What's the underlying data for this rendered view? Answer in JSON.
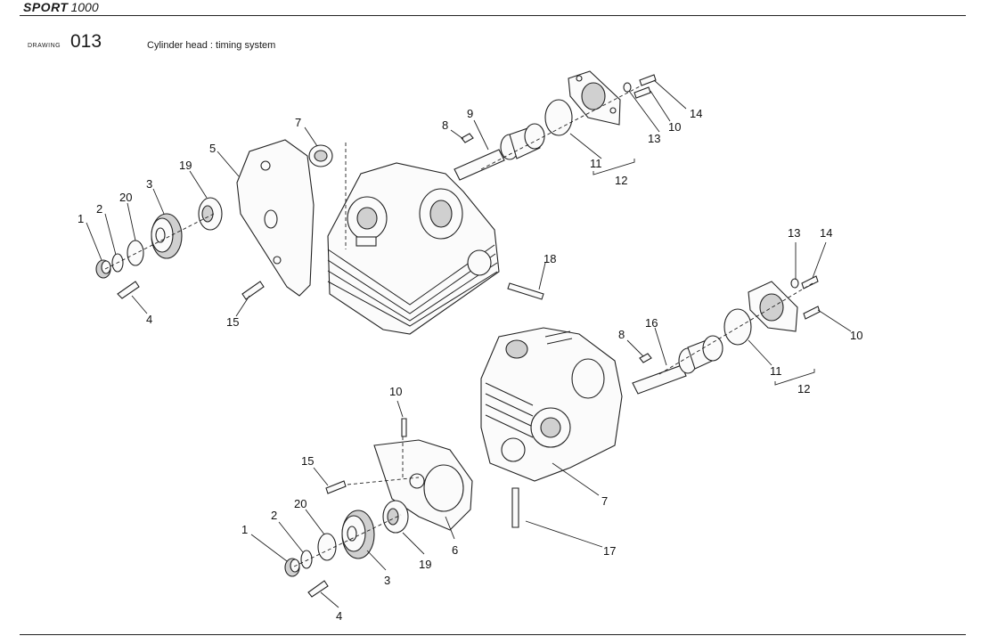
{
  "header": {
    "brand": "SPORT",
    "model": "1000"
  },
  "drawing": {
    "label": "DRAWING",
    "number": "013",
    "title": "Cylinder head : timing system"
  },
  "callouts": {
    "top": [
      "1",
      "2",
      "20",
      "3",
      "19",
      "5",
      "7",
      "4",
      "15",
      "8",
      "9",
      "11",
      "12",
      "13",
      "10",
      "14",
      "18"
    ],
    "bottom_right": [
      "13",
      "14",
      "16",
      "8",
      "11",
      "12",
      "10"
    ],
    "bottom": [
      "10",
      "15",
      "20",
      "2",
      "1",
      "3",
      "19",
      "6",
      "7",
      "17",
      "4"
    ]
  }
}
